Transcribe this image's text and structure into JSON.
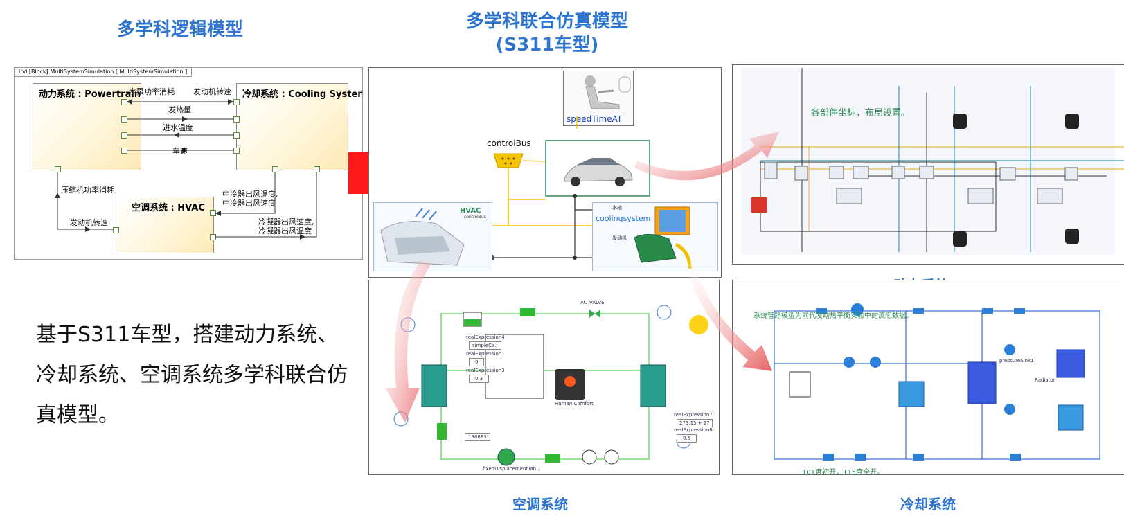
{
  "titles": {
    "logic_model": "多学科逻辑模型",
    "cosim_model_line1": "多学科联合仿真模型",
    "cosim_model_line2": "(S311车型)",
    "powertrain_caption": "动力系统",
    "hvac_caption": "空调系统",
    "cooling_caption": "冷却系统"
  },
  "sysml": {
    "header": "ibd [Block] MultiSystemSimulation [ MultiSystemSimulation ]",
    "block_powertrain": "动力系统 : Powertrain",
    "block_cooling": "冷却系统 : Cooling System",
    "block_hvac": "空调系统 : HVAC",
    "flows": {
      "pump_power": "水泵功率消耗",
      "engine_speed_top": "发动机转速",
      "heat": "发热量",
      "inlet_temp": "进水温度",
      "vehicle_speed": "车速",
      "compressor_power": "压缩机功率消耗",
      "intercooler": "中冷器出风温度,\n中冷器出风速度",
      "engine_speed_hvac": "发动机转速",
      "condenser": "冷凝器出风速度,\n冷凝器出风温度"
    }
  },
  "cosim": {
    "driver_label": "speedTimeAT",
    "bus_label": "controlBus",
    "hvac_label": "HVAC",
    "hvac_sublabel": "controlBus",
    "cooling_label": "coolingsystem",
    "cooling_small1": "水箱",
    "cooling_small2": "发动机"
  },
  "powertrain_panel": {
    "annotation": "各部件坐标，布局设置。"
  },
  "hvac_panel": {
    "comfort_label": "Human Comfort",
    "valve_label": "AC_VALVE",
    "comp_label": "fixedDisplacementTab...",
    "expr_labels": [
      "realExpression4",
      "realExpression1",
      "realExpression3",
      "realExpression7",
      "realExpression8"
    ],
    "expr_values": [
      "simpleCa..",
      "0",
      "0.3",
      "273.15 + 27",
      "0.5",
      "198883"
    ]
  },
  "cooling_panel": {
    "annotation_top": "系统管路模型为前代发动热平衡实验中的流阻数据。",
    "annotation_bottom": "101度初开，115度全开。",
    "sink_label": "pressureSink1",
    "radiator_label": "Radiator"
  },
  "body_text": "基于S311车型，搭建动力系统、冷却系统、空调系统多学科联合仿真模型。",
  "colors": {
    "title_blue": "#2e75d0",
    "arrow_red": "#ff1a1a",
    "block_fill": "#fde9b5",
    "wire_green": "#2e8b57",
    "bus_yellow": "#f5c400"
  }
}
